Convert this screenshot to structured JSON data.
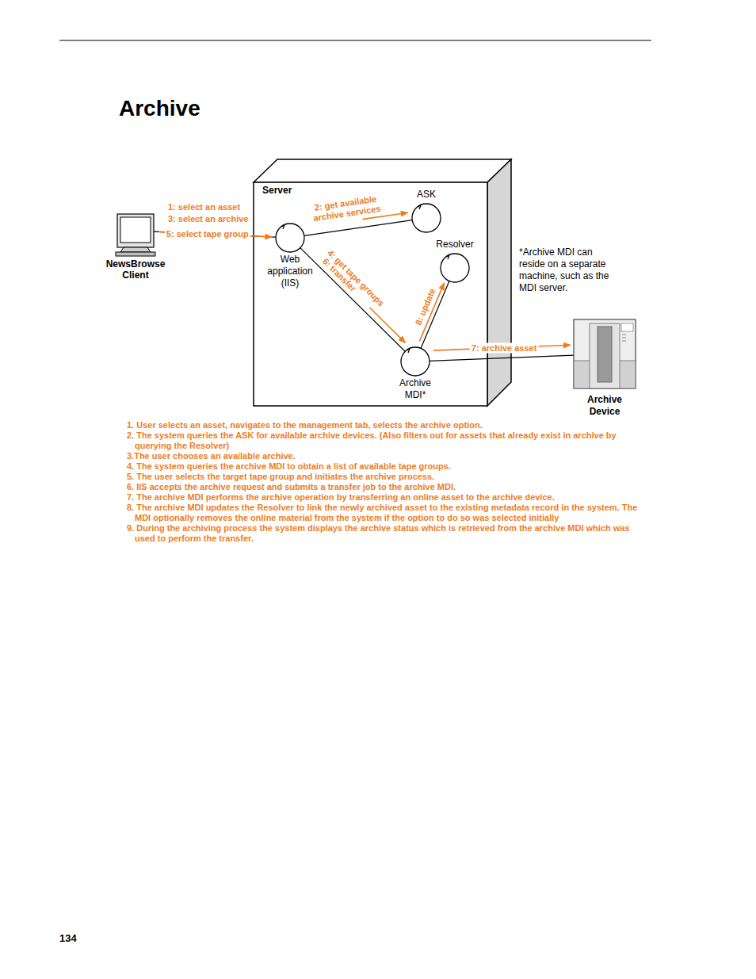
{
  "diagram": {
    "title": "Archive",
    "nodes": [
      {
        "text": [
          "NewsBrowse Client"
        ]
      },
      {
        "text": [
          "Server"
        ]
      },
      {
        "text": [
          "Web application (IIS)"
        ],
        "in": 1
      },
      {
        "text": [
          "ASK"
        ],
        "in": 1
      },
      {
        "text": [
          "Resolver"
        ],
        "in": 1
      },
      {
        "text": [
          "Archive MDI*"
        ],
        "in": 1
      },
      {
        "text": [
          "Archive Device"
        ]
      }
    ],
    "edges": [
      {
        "from": 0,
        "to": 2,
        "label": "5: select tape group",
        "arrow": "to"
      },
      {
        "from": 2,
        "to": 3,
        "label": "2: get available archive services",
        "arrow": "to"
      },
      {
        "from": 2,
        "to": 5,
        "label": "4: get tape groups",
        "arrow": "to"
      },
      {
        "from": 5,
        "to": 4,
        "label": "8: update",
        "arrow": "to"
      },
      {
        "from": 5,
        "to": 6,
        "label": "7: archive asset",
        "arrow": "to"
      }
    ],
    "labels": [
      "1: select an asset",
      "3: select an archive",
      "6: transfer",
      "*Archive MDI can reside on a separate machine, such as the MDI server.",
      "1. User selects an asset, navigates to the management tab, selects the archive option.",
      "2. The system queries the ASK for available archive devices. (Also filters out for assets that already exist in archive by querying the Resolver)",
      "3.The user chooses an available archive.",
      "4. The system queries the archive MDI to obtain a list of available tape groups.",
      "5. The user selects the target tape group and initiates the archive process.",
      "6. IIS accepts the archive request and submits a transfer job to the archive MDI.",
      "7. The archive MDI performs the archive operation by transferring an online asset to the archive device.",
      "8. The archive MDI updates the Resolver to link the newly archived asset to the existing metadata record in the system. The MDI optionally removes the online material from the system if the option to do so was selected initially",
      "9. During the archiving process the system displays the archive status which is retrieved from the archive MDI which was used to perform the transfer.",
      "134"
    ]
  }
}
